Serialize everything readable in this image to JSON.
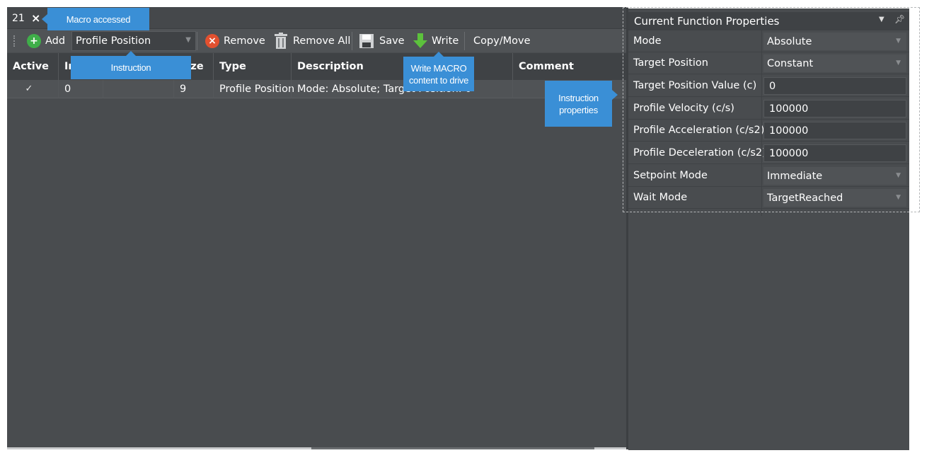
{
  "tab": {
    "number": "21",
    "close_glyph": "×"
  },
  "toolbar": {
    "add_label": "Add",
    "instruction_value": "Profile Position",
    "remove_label": "Remove",
    "remove_all_label": "Remove All",
    "save_label": "Save",
    "write_label": "Write",
    "copy_move_label": "Copy/Move"
  },
  "table": {
    "headers": [
      "Active",
      "Index",
      "",
      "Size",
      "Type",
      "Description",
      "Comment"
    ],
    "rows": [
      {
        "active": "✓",
        "index": "0",
        "name": "",
        "size": "9",
        "type": "Profile Position",
        "description": "Mode: Absolute; Target Position: 0",
        "comment": ""
      }
    ]
  },
  "callouts": {
    "macro": "Macro accessed",
    "instruction": "Instruction",
    "write_line1": "Write MACRO",
    "write_line2": "content to drive",
    "props_line1": "Instruction",
    "props_line2": "properties"
  },
  "properties": {
    "title": "Current Function Properties",
    "rows": [
      {
        "label": "Mode",
        "value": "Absolute",
        "type": "combo"
      },
      {
        "label": "Target Position",
        "value": "Constant",
        "type": "combo"
      },
      {
        "label": "Target Position Value (c)",
        "value": "0",
        "type": "text"
      },
      {
        "label": "Profile Velocity (c/s)",
        "value": "100000",
        "type": "text"
      },
      {
        "label": "Profile Acceleration (c/s2)",
        "value": "100000",
        "type": "text"
      },
      {
        "label": "Profile Deceleration (c/s2)",
        "value": "100000",
        "type": "text"
      },
      {
        "label": "Setpoint Mode",
        "value": "Immediate",
        "type": "combo"
      },
      {
        "label": "Wait Mode",
        "value": "TargetReached",
        "type": "combo"
      }
    ]
  },
  "colors": {
    "callout": "#3a8fd6",
    "panel": "#494c4f",
    "header": "#3f4245",
    "add_icon": "#3fae49",
    "remove_icon": "#e2502f",
    "write_icon": "#5cc13c"
  },
  "icons": [
    "add-icon",
    "remove-icon",
    "trash-icon",
    "save-icon",
    "write-arrow-icon",
    "close-icon",
    "pin-icon",
    "dropdown-arrow-icon",
    "checkmark-icon"
  ]
}
